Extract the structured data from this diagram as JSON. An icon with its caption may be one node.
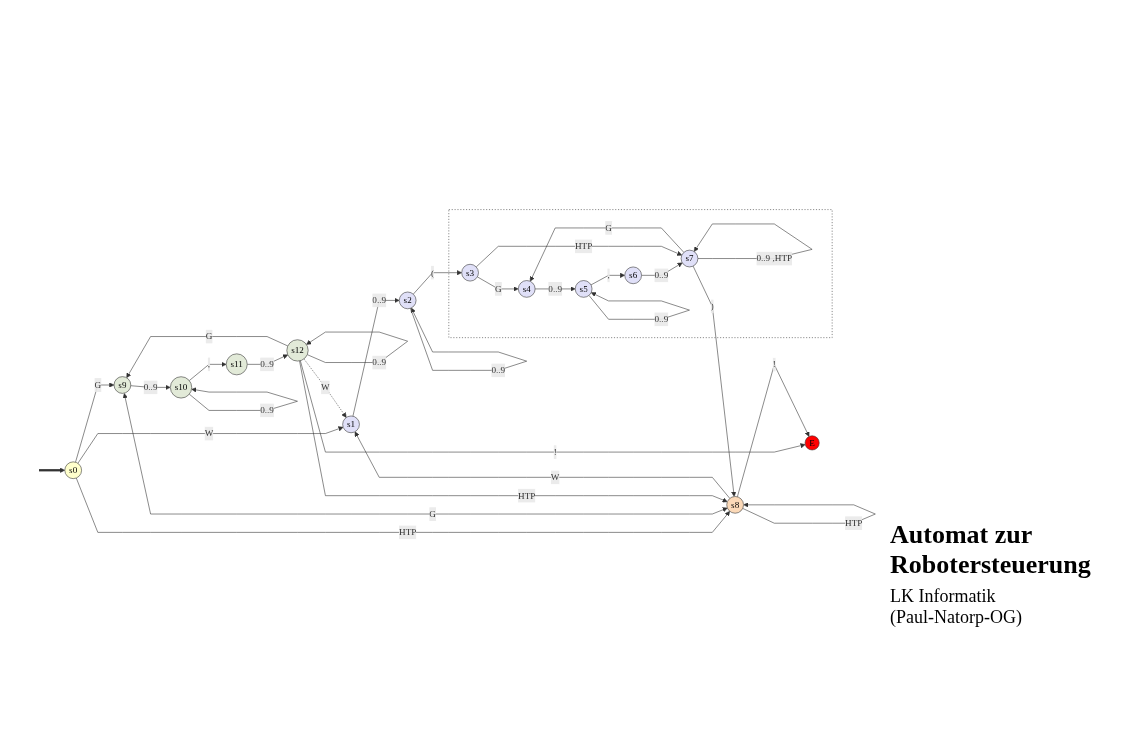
{
  "diagram": {
    "title": "Automat zur Robotersteuerung",
    "nodes": [
      {
        "text": [
          "s0"
        ]
      },
      {
        "text": [
          "s1"
        ]
      },
      {
        "text": [
          "s2"
        ]
      },
      {
        "text": [],
        "shape": "box"
      },
      {
        "text": [
          "s3"
        ],
        "in": 3
      },
      {
        "text": [
          "s4"
        ],
        "in": 3
      },
      {
        "text": [
          "s5"
        ],
        "in": 3
      },
      {
        "text": [
          "s6"
        ],
        "in": 3
      },
      {
        "text": [
          "s7"
        ],
        "in": 3
      },
      {
        "text": [
          "s8"
        ]
      },
      {
        "text": [
          "s9"
        ]
      },
      {
        "text": [
          "s10"
        ]
      },
      {
        "text": [
          "s11"
        ]
      },
      {
        "text": [
          "s12"
        ]
      },
      {
        "text": [
          "E"
        ]
      }
    ],
    "edges": [
      {
        "from": null,
        "to": 0,
        "arrow": "to",
        "style": "thick"
      },
      {
        "from": 0,
        "to": 1,
        "arrow": "to",
        "label": "W"
      },
      {
        "from": 1,
        "to": 2,
        "arrow": "to",
        "label": "0..9"
      },
      {
        "from": 2,
        "to": 2,
        "arrow": "to",
        "label": "0..9"
      },
      {
        "from": 2,
        "to": 4,
        "arrow": "to",
        "label": "("
      },
      {
        "from": 4,
        "to": 5,
        "arrow": "to",
        "label": "G"
      },
      {
        "from": 5,
        "to": 6,
        "arrow": "to",
        "label": "0..9"
      },
      {
        "from": 6,
        "to": 6,
        "arrow": "to",
        "label": "0..9"
      },
      {
        "from": 6,
        "to": 7,
        "arrow": "to",
        "label": ","
      },
      {
        "from": 7,
        "to": 8,
        "arrow": "to",
        "label": "0..9"
      },
      {
        "from": 8,
        "to": 5,
        "arrow": "to",
        "label": "G"
      },
      {
        "from": 4,
        "to": 8,
        "arrow": "to",
        "label": "HTP"
      },
      {
        "from": 8,
        "to": 8,
        "arrow": "to",
        "label": "0..9 ,HTP"
      },
      {
        "from": 8,
        "to": 9,
        "arrow": "to",
        "label": ")"
      },
      {
        "from": 0,
        "to": 10,
        "arrow": "to",
        "label": "G"
      },
      {
        "from": 0,
        "to": 9,
        "arrow": "to",
        "label": "HTP"
      },
      {
        "from": 9,
        "to": 1,
        "arrow": "to",
        "label": "W"
      },
      {
        "from": 10,
        "to": 9,
        "arrow": "both",
        "label": "G"
      },
      {
        "from": 10,
        "to": 11,
        "arrow": "to",
        "label": "0..9"
      },
      {
        "from": 11,
        "to": 11,
        "arrow": "to",
        "label": "0..9"
      },
      {
        "from": 11,
        "to": 12,
        "arrow": "to",
        "label": ","
      },
      {
        "from": 12,
        "to": 13,
        "arrow": "to",
        "label": "0..9"
      },
      {
        "from": 13,
        "to": 10,
        "arrow": "to",
        "label": "G"
      },
      {
        "from": 13,
        "to": 9,
        "arrow": "to",
        "label": "HTP"
      },
      {
        "from": 13,
        "to": 13,
        "arrow": "to",
        "label": "0..9"
      },
      {
        "from": 13,
        "to": 14,
        "arrow": "to",
        "label": "!"
      },
      {
        "from": 13,
        "to": 1,
        "arrow": "to",
        "label": "W",
        "style": "dashed"
      },
      {
        "from": 9,
        "to": 9,
        "arrow": "to",
        "label": "HTP"
      },
      {
        "from": 9,
        "to": 14,
        "arrow": "to",
        "label": "!"
      }
    ],
    "labels": [
      "LK Informatik",
      "(Paul-Natorp-OG)"
    ]
  }
}
